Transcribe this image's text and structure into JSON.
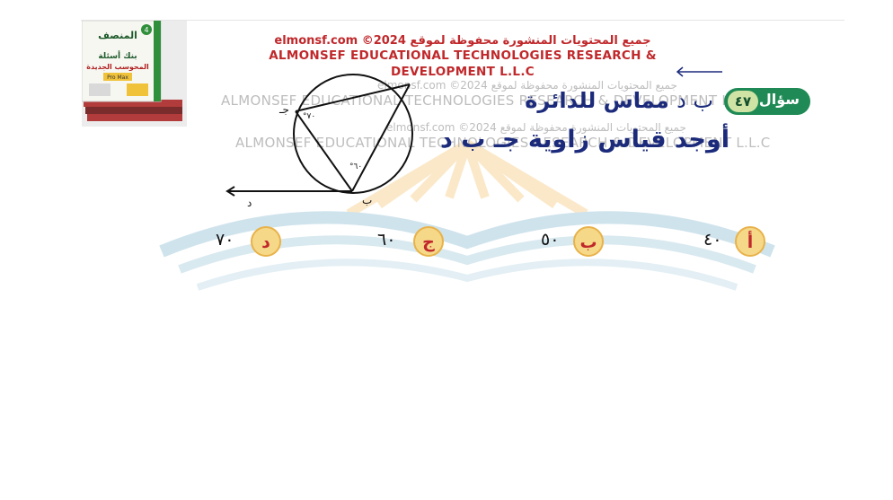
{
  "copyright": {
    "arabic": "جميع المحتويات المنشورة محفوظة لموقع elmonsf.com ©2024",
    "english_line1": "ALMONSEF EDUCATIONAL TECHNOLOGIES RESEARCH &",
    "english_line2": "DEVELOPMENT L.L.C"
  },
  "watermark": {
    "arabic": "جميع المحتويات المنشورة محفوظة لموقع elmonsf.com ©2024",
    "english": "ALMONSEF EDUCATIONAL TECHNOLOGIES RESEARCH & DEVELOPMENT L.L.C"
  },
  "cover": {
    "title": "المنصف",
    "subtitle": "بنك أسئلة",
    "subtitle2": "المحوسب الجديدة",
    "edition": "Pro Max",
    "number": "4"
  },
  "question": {
    "label": "سؤال",
    "number": "٤٧",
    "line1_prefix": "ب د",
    "line1_text": "مماس للدائرة",
    "line2": "أوجد قياس زاوية جـ ب د"
  },
  "diagram": {
    "point_j": "جـ",
    "point_b": "ب",
    "point_d": "د",
    "angle_70": "°٧٠",
    "angle_60": "°٦٠"
  },
  "options": [
    {
      "letter": "أ",
      "value": "٤٠"
    },
    {
      "letter": "ب",
      "value": "٥٠"
    },
    {
      "letter": "ج",
      "value": "٦٠"
    },
    {
      "letter": "د",
      "value": "٧٠"
    }
  ],
  "colors": {
    "heading_red": "#c0282b",
    "question_blue": "#1b2a7a",
    "badge_green": "#1f8a55",
    "option_fill": "#f6d889",
    "option_border": "#e8b24a"
  }
}
